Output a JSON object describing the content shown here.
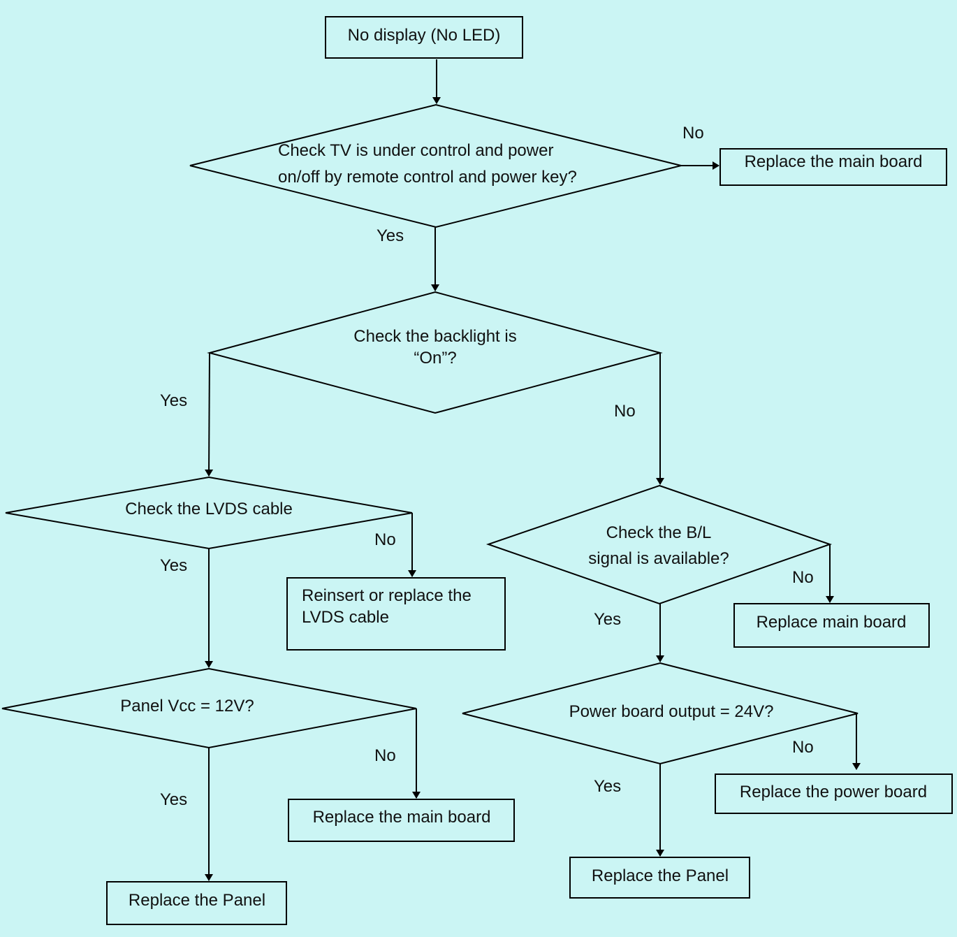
{
  "diagram": {
    "type": "flowchart",
    "background_color": "#cbf5f4",
    "line_color": "#000000",
    "nodes": {
      "start": {
        "shape": "rectangle",
        "text": "No display (No LED)"
      },
      "q_power": {
        "shape": "diamond",
        "line1": "Check TV is under control and power",
        "line2": "on/off by remote control and power key?"
      },
      "r_main1": {
        "shape": "rectangle",
        "text": "Replace the main board"
      },
      "q_backlight": {
        "shape": "diamond",
        "line1": "Check the backlight is",
        "line2": "“On”?"
      },
      "q_lvds": {
        "shape": "diamond",
        "text": "Check the LVDS cable"
      },
      "r_lvds": {
        "shape": "rectangle",
        "line1": "Reinsert or replace the",
        "line2": "LVDS cable"
      },
      "q_vcc": {
        "shape": "diamond",
        "text": "Panel Vcc = 12V?"
      },
      "r_main2": {
        "shape": "rectangle",
        "text": "Replace the main board"
      },
      "r_panel1": {
        "shape": "rectangle",
        "text": "Replace the Panel"
      },
      "q_bl_signal": {
        "shape": "diamond",
        "line1": "Check the B/L",
        "line2": "signal is available?"
      },
      "r_main3": {
        "shape": "rectangle",
        "text": "Replace main board"
      },
      "q_24v": {
        "shape": "diamond",
        "text": "Power board output = 24V?"
      },
      "r_power": {
        "shape": "rectangle",
        "text": "Replace the power board"
      },
      "r_panel2": {
        "shape": "rectangle",
        "text": "Replace the Panel"
      }
    },
    "edges": [
      {
        "from": "start",
        "to": "q_power",
        "label": ""
      },
      {
        "from": "q_power",
        "to": "r_main1",
        "label": "No"
      },
      {
        "from": "q_power",
        "to": "q_backlight",
        "label": "Yes"
      },
      {
        "from": "q_backlight",
        "to": "q_lvds",
        "label": "Yes"
      },
      {
        "from": "q_backlight",
        "to": "q_bl_signal",
        "label": "No"
      },
      {
        "from": "q_lvds",
        "to": "r_lvds",
        "label": "No"
      },
      {
        "from": "q_lvds",
        "to": "q_vcc",
        "label": "Yes"
      },
      {
        "from": "q_vcc",
        "to": "r_main2",
        "label": "No"
      },
      {
        "from": "q_vcc",
        "to": "r_panel1",
        "label": "Yes"
      },
      {
        "from": "q_bl_signal",
        "to": "r_main3",
        "label": "No"
      },
      {
        "from": "q_bl_signal",
        "to": "q_24v",
        "label": "Yes"
      },
      {
        "from": "q_24v",
        "to": "r_power",
        "label": "No"
      },
      {
        "from": "q_24v",
        "to": "r_panel2",
        "label": "Yes"
      }
    ],
    "labels": {
      "yes": "Yes",
      "no": "No"
    }
  }
}
